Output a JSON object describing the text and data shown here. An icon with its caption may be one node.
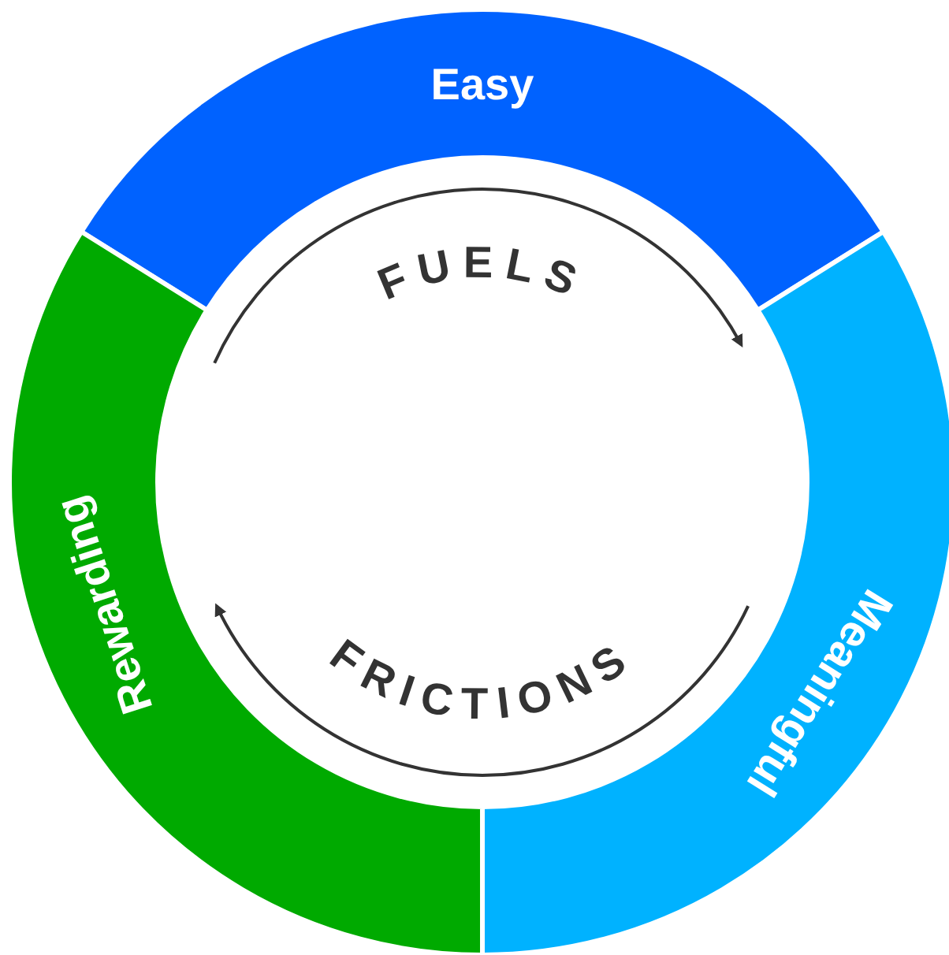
{
  "diagram": {
    "nodes": [
      {
        "text": [
          "Easy"
        ]
      },
      {
        "text": [
          "Meaningful"
        ]
      },
      {
        "text": [
          "Rewarding"
        ]
      }
    ],
    "labels": [
      "FUELS",
      "FRICTIONS"
    ]
  }
}
